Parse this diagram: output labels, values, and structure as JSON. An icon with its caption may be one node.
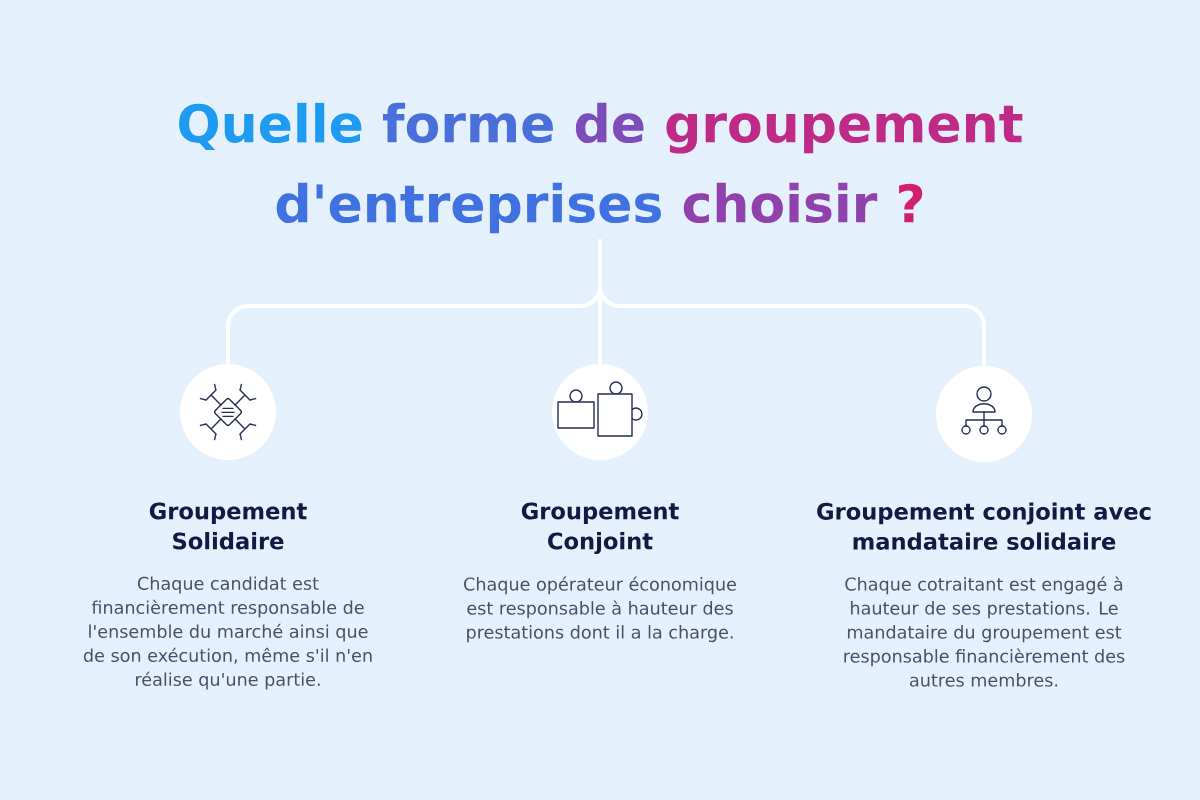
{
  "diagram": {
    "nodes": [
      {
        "text": [
          "Quelle forme de groupement d'entreprises choisir ?"
        ]
      },
      {
        "text": [
          "Groupement Solidaire",
          "Chaque candidat est financièrement responsable de l'ensemble du marché ainsi que de son exécution, même s'il n'en réalise qu'une partie."
        ]
      },
      {
        "text": [
          "Groupement Conjoint",
          "Chaque opérateur économique est responsable à hauteur des prestations dont il a la charge."
        ]
      },
      {
        "text": [
          "Groupement conjoint avec mandataire solidaire",
          "Chaque cotraitant est engagé à hauteur de ses prestations. Le mandataire du groupement est responsable financièrement des autres membres."
        ]
      }
    ],
    "edges": [
      {
        "from": 0,
        "to": 1,
        "arrow": "none"
      },
      {
        "from": 0,
        "to": 2,
        "arrow": "none"
      },
      {
        "from": 0,
        "to": 3,
        "arrow": "none"
      }
    ]
  }
}
